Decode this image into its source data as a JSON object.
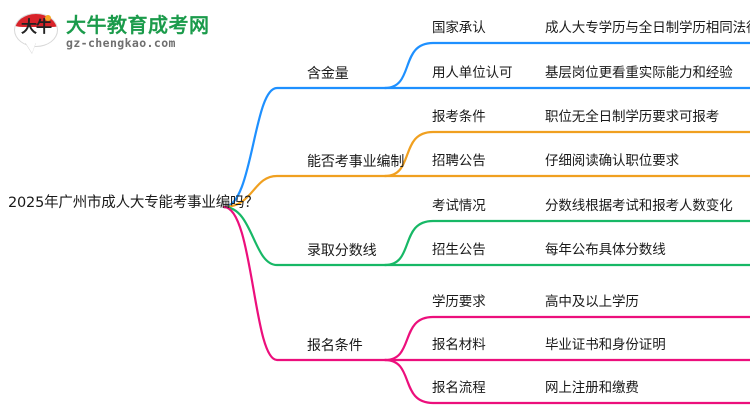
{
  "logo": {
    "mark_text": "大牛",
    "title": "大牛教育成考网",
    "url": "gz-chengkao.com",
    "brand_green": "#1b9b4b",
    "brand_red": "#d8232a"
  },
  "mindmap": {
    "root": "2025年广州市成人大专能考事业编吗？",
    "branches": [
      {
        "label": "含金量",
        "color": "#1e90ff",
        "children": [
          {
            "label": "国家承认",
            "detail": "成人大专学历与全日制学历相同法律效力"
          },
          {
            "label": "用人单位认可",
            "detail": "基层岗位更看重实际能力和经验"
          }
        ]
      },
      {
        "label": "能否考事业编制",
        "color": "#f0a020",
        "children": [
          {
            "label": "报考条件",
            "detail": "职位无全日制学历要求可报考"
          },
          {
            "label": "招聘公告",
            "detail": "仔细阅读确认职位要求"
          }
        ]
      },
      {
        "label": "录取分数线",
        "color": "#17b866",
        "children": [
          {
            "label": "考试情况",
            "detail": "分数线根据考试和报考人数变化"
          },
          {
            "label": "招生公告",
            "detail": "每年公布具体分数线"
          }
        ]
      },
      {
        "label": "报名条件",
        "color": "#ec0f7c",
        "children": [
          {
            "label": "学历要求",
            "detail": "高中及以上学历"
          },
          {
            "label": "报名材料",
            "detail": "毕业证书和身份证明"
          },
          {
            "label": "报名流程",
            "detail": "网上注册和缴费"
          }
        ]
      }
    ]
  }
}
